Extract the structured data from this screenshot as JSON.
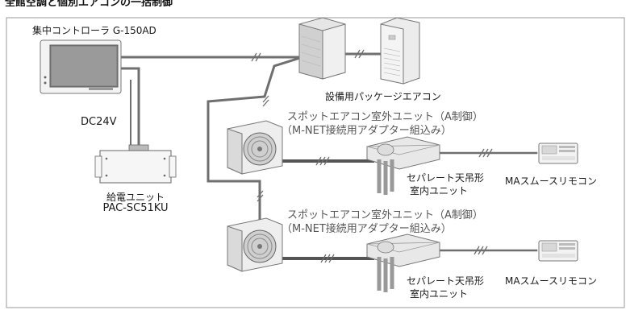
{
  "header": {
    "title_fragment": "全館空調と個別エアコンの一括制御"
  },
  "controller": {
    "label": "集中コントローラ G-150AD"
  },
  "power_link": {
    "label": "DC24V"
  },
  "power_unit": {
    "label_line1": "給電ユニット",
    "label_line2": "PAC-SC51KU"
  },
  "package_aircon": {
    "label": "設備用パッケージエアコン"
  },
  "spot_units": [
    {
      "outdoor_label_line1": "スポットエアコン室外ユニット（A制御）",
      "outdoor_label_line2": "（M-NET接続用アダプター組込み）",
      "indoor_label_line1": "セパレート天吊形",
      "indoor_label_line2": "室内ユニット",
      "remote_label": "MAスムースリモコン"
    },
    {
      "outdoor_label_line1": "スポットエアコン室外ユニット（A制御）",
      "outdoor_label_line2": "（M-NET接続用アダプター組込み）",
      "indoor_label_line1": "セパレート天吊形",
      "indoor_label_line2": "室内ユニット",
      "remote_label": "MAスムースリモコン"
    }
  ],
  "colors": {
    "wire": "#6f6f6f",
    "frame_border": "#9a9a9a",
    "text": "#1a1a1a",
    "label_gray": "#555555"
  }
}
